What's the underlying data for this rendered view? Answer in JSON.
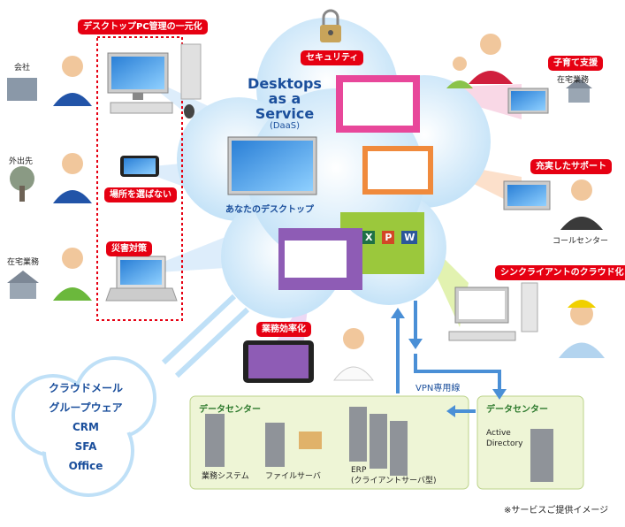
{
  "title_tag": "デスクトップPC管理の一元化",
  "security_tag": "セキュリティ",
  "daas_title_lines": [
    "Desktops",
    "as a",
    "Service"
  ],
  "daas_sub": "(DaaS)",
  "your_desktop": "あなたのデスクトップ",
  "left_users": {
    "office": "会社",
    "outside": "外出先",
    "home": "在宅業務"
  },
  "location_tag": "場所を選ばない",
  "disaster_tag": "災害対策",
  "childcare_tag": "子育て支援",
  "home_work_right": "在宅業務",
  "support_tag": "充実したサポート",
  "call_center": "コールセンター",
  "thin_client_tag": "シンクライアントのクラウド化",
  "efficiency_tag": "業務効率化",
  "cloud_services": [
    "クラウドメール",
    "グループウェア",
    "CRM",
    "SFA",
    "Office"
  ],
  "datacenter_main": {
    "title": "データセンター",
    "items": [
      "業務システム",
      "ファイルサーバ",
      "ERP",
      "(クライアントサーバ型)"
    ]
  },
  "datacenter_right": {
    "title": "データセンター",
    "items": [
      "Active",
      "Directory"
    ]
  },
  "vpn_label": "VPN専用線",
  "footnote": "※サービスご提供イメージ",
  "office_icons": [
    "X",
    "P",
    "W"
  ],
  "colors": {
    "brand_blue": "#1b4f9c",
    "tag_red": "#e60012",
    "cloud_blue": "#d6ecfa",
    "dc_green": "#eef5d6",
    "arrow_blue": "#4a8fd6"
  }
}
